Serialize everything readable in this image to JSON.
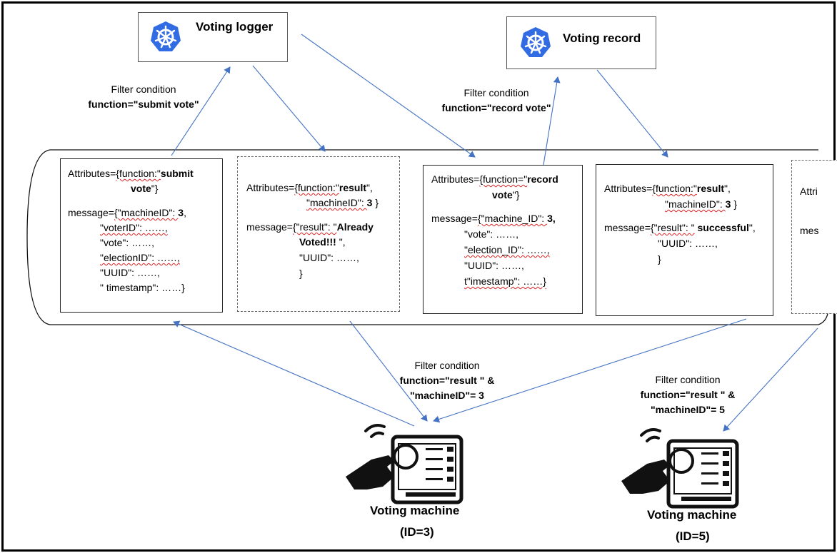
{
  "services": {
    "logger": {
      "name": "Voting logger",
      "icon": "kubernetes-icon"
    },
    "record": {
      "name": "Voting record",
      "icon": "kubernetes-icon"
    }
  },
  "filters": {
    "logger": {
      "caption": "Filter condition",
      "expr": "function=\"submit vote\""
    },
    "record": {
      "caption": "Filter condition",
      "expr": "function=\"record vote\""
    },
    "machine3": {
      "caption": "Filter condition",
      "expr_line1": "function=\"result \" &",
      "expr_line2": "\"machineID\"= 3"
    },
    "machine5": {
      "caption": "Filter condition",
      "expr_line1": "function=\"result \" &",
      "expr_line2": "\"machineID\"= 5"
    }
  },
  "messages": {
    "submit": {
      "attr_prefix": "Attributes=",
      "attr_fn": "{function:\"",
      "attr_val1": "submit",
      "attr_val2": "vote",
      "attr_end": "\"}",
      "msg_prefix": "message=",
      "msg_open": "{\"machineID\": ",
      "machine_id": "3",
      "lines": [
        "\"voterID\": ……,",
        "\"vote\": ……,",
        "\"electionID\": ……,",
        "\"UUID\": ……,",
        "\" timestamp\": ……}"
      ]
    },
    "result1": {
      "attr_prefix": "Attributes=",
      "attr_fn": "{function:\"",
      "attr_val": "result",
      "attr_close": "\",",
      "attr_line2_key": "\"machineID\": ",
      "attr_line2_val": "3",
      "attr_line2_end": " }",
      "msg_prefix": "message=",
      "msg_open": "{\"result\": \"",
      "result_val1": "Already",
      "result_val2": "Voted!!! ",
      "result_end": "\",",
      "lines": [
        "\"UUID\": ……,",
        "}"
      ]
    },
    "record": {
      "attr_prefix": "Attributes=",
      "attr_fn": "{function=\"",
      "attr_val1": "record",
      "attr_val2": "vote",
      "attr_end": "\"}",
      "msg_prefix": "message=",
      "msg_open": "{\"machine_ID\": ",
      "machine_id": "3,",
      "lines": [
        "\"vote\": ……,",
        "\"election_ID\": ……,",
        "\"UUID\": ……,",
        "t\"imestamp\": ……}"
      ]
    },
    "result2": {
      "attr_prefix": "Attributes=",
      "attr_fn": "{function:\"",
      "attr_val": "result",
      "attr_close": "\",",
      "attr_line2_key": "\"machineID\": ",
      "attr_line2_val": "3",
      "attr_line2_end": " }",
      "msg_prefix": "message=",
      "msg_open": "{\"result\": \"",
      "result_val": " successful",
      "result_end": "\",",
      "lines": [
        "\"UUID\": ……,",
        "}"
      ]
    },
    "partial": {
      "attr_fragment": "Attri",
      "msg_fragment": "mes"
    }
  },
  "machines": {
    "m3": {
      "name": "Voting machine",
      "id": "(ID=3)",
      "icon": "touchscreen-voting-machine-icon"
    },
    "m5": {
      "name": "Voting machine",
      "id": "(ID=5)",
      "icon": "touchscreen-voting-machine-icon"
    }
  },
  "colors": {
    "arrow": "#4472c4",
    "k8s_blue": "#326ce5",
    "border": "#000000",
    "dashed": "#666666"
  }
}
